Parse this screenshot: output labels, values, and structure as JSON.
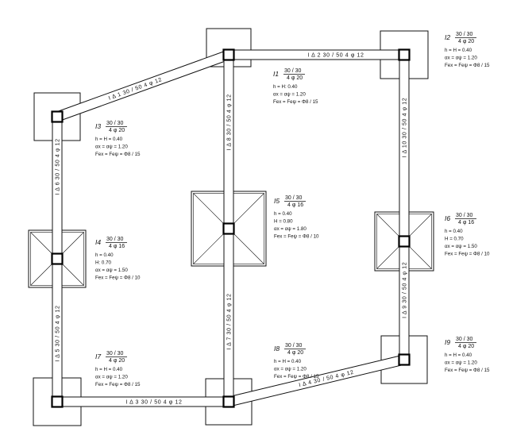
{
  "beams": [
    {
      "id": "beam-ld1",
      "label": "Ι Δ 1   30 / 50   4 φ 12"
    },
    {
      "id": "beam-ld2",
      "label": "Ι Δ 2   30 / 50   4 φ 12"
    },
    {
      "id": "beam-ld3",
      "label": "Ι Δ 3   30 / 50   4 φ 12"
    },
    {
      "id": "beam-ld4",
      "label": "Ι Δ 4   30 / 50   4 φ 12"
    },
    {
      "id": "beam-ld5",
      "label": "Ι Δ 5   30 / 50   4 φ 12"
    },
    {
      "id": "beam-ld6",
      "label": "Ι Δ 6   30 / 50   4 φ 12"
    },
    {
      "id": "beam-ld7",
      "label": "Ι Δ 7   30 / 50   4 φ 12"
    },
    {
      "id": "beam-ld8",
      "label": "Ι Δ 8   30 / 50   4 φ 12"
    },
    {
      "id": "beam-ld9",
      "label": "Ι Δ 9   30 / 50   4 φ 12"
    },
    {
      "id": "beam-ld10",
      "label": "Ι Δ 10   30 / 50   4 φ 12"
    }
  ],
  "columns": [
    {
      "id": "I1",
      "mark": "I1",
      "section": "30 / 30",
      "bars": "4 φ 20",
      "lines": [
        "h = H: 0.40",
        "αx = αψ = 1.20",
        "Fex = Feψ = Φ8 / 15"
      ]
    },
    {
      "id": "I2",
      "mark": "I2",
      "section": "30 / 30",
      "bars": "4 φ 20",
      "lines": [
        "h = H = 0.40",
        "αx = αψ = 1.20",
        "Fex = Feψ = Φ8 / 15"
      ]
    },
    {
      "id": "I3",
      "mark": "I3",
      "section": "30 / 30",
      "bars": "4 φ 20",
      "lines": [
        "h = H = 0.40",
        "αx = αψ = 1.20",
        "Fex = Feψ = Φ8 / 15"
      ]
    },
    {
      "id": "I4",
      "mark": "I4",
      "section": "30 / 30",
      "bars": "4 φ 16",
      "lines": [
        "h = 0.40",
        "H: 0.70",
        "αx = αψ = 1.50",
        "Fex = Feψ = Φ8 / 10"
      ]
    },
    {
      "id": "I5",
      "mark": "I5",
      "section": "30 / 30",
      "bars": "4 φ 16",
      "lines": [
        "h = 0.40",
        "H = 0.80",
        "αx = αψ = 1.80",
        "Fex = Feψ = Φ8 / 10"
      ]
    },
    {
      "id": "I6",
      "mark": "I6",
      "section": "30 / 30",
      "bars": "4 φ 16",
      "lines": [
        "h = 0.40",
        "H = 0.70",
        "αx = αψ = 1.50",
        "Fex = Feψ = Φ8 / 10"
      ]
    },
    {
      "id": "I7",
      "mark": "I7",
      "section": "30 / 30",
      "bars": "4 φ 20",
      "lines": [
        "h = H = 0.40",
        "αx = αψ = 1.20",
        "Fex = Feψ = Φ8 / 15"
      ]
    },
    {
      "id": "I8",
      "mark": "I8",
      "section": "30 / 30",
      "bars": "4 φ 20",
      "lines": [
        "h = H = 0.40",
        "αx = αψ = 1.20",
        "Fex = Feψ = Φ8 / 15"
      ]
    },
    {
      "id": "I9",
      "mark": "I9",
      "section": "30 / 30",
      "bars": "4 φ 20",
      "lines": [
        "h = H = 0.40",
        "αx = αψ = 1.20",
        "Fex = Feψ = Φ8 / 15"
      ]
    }
  ]
}
